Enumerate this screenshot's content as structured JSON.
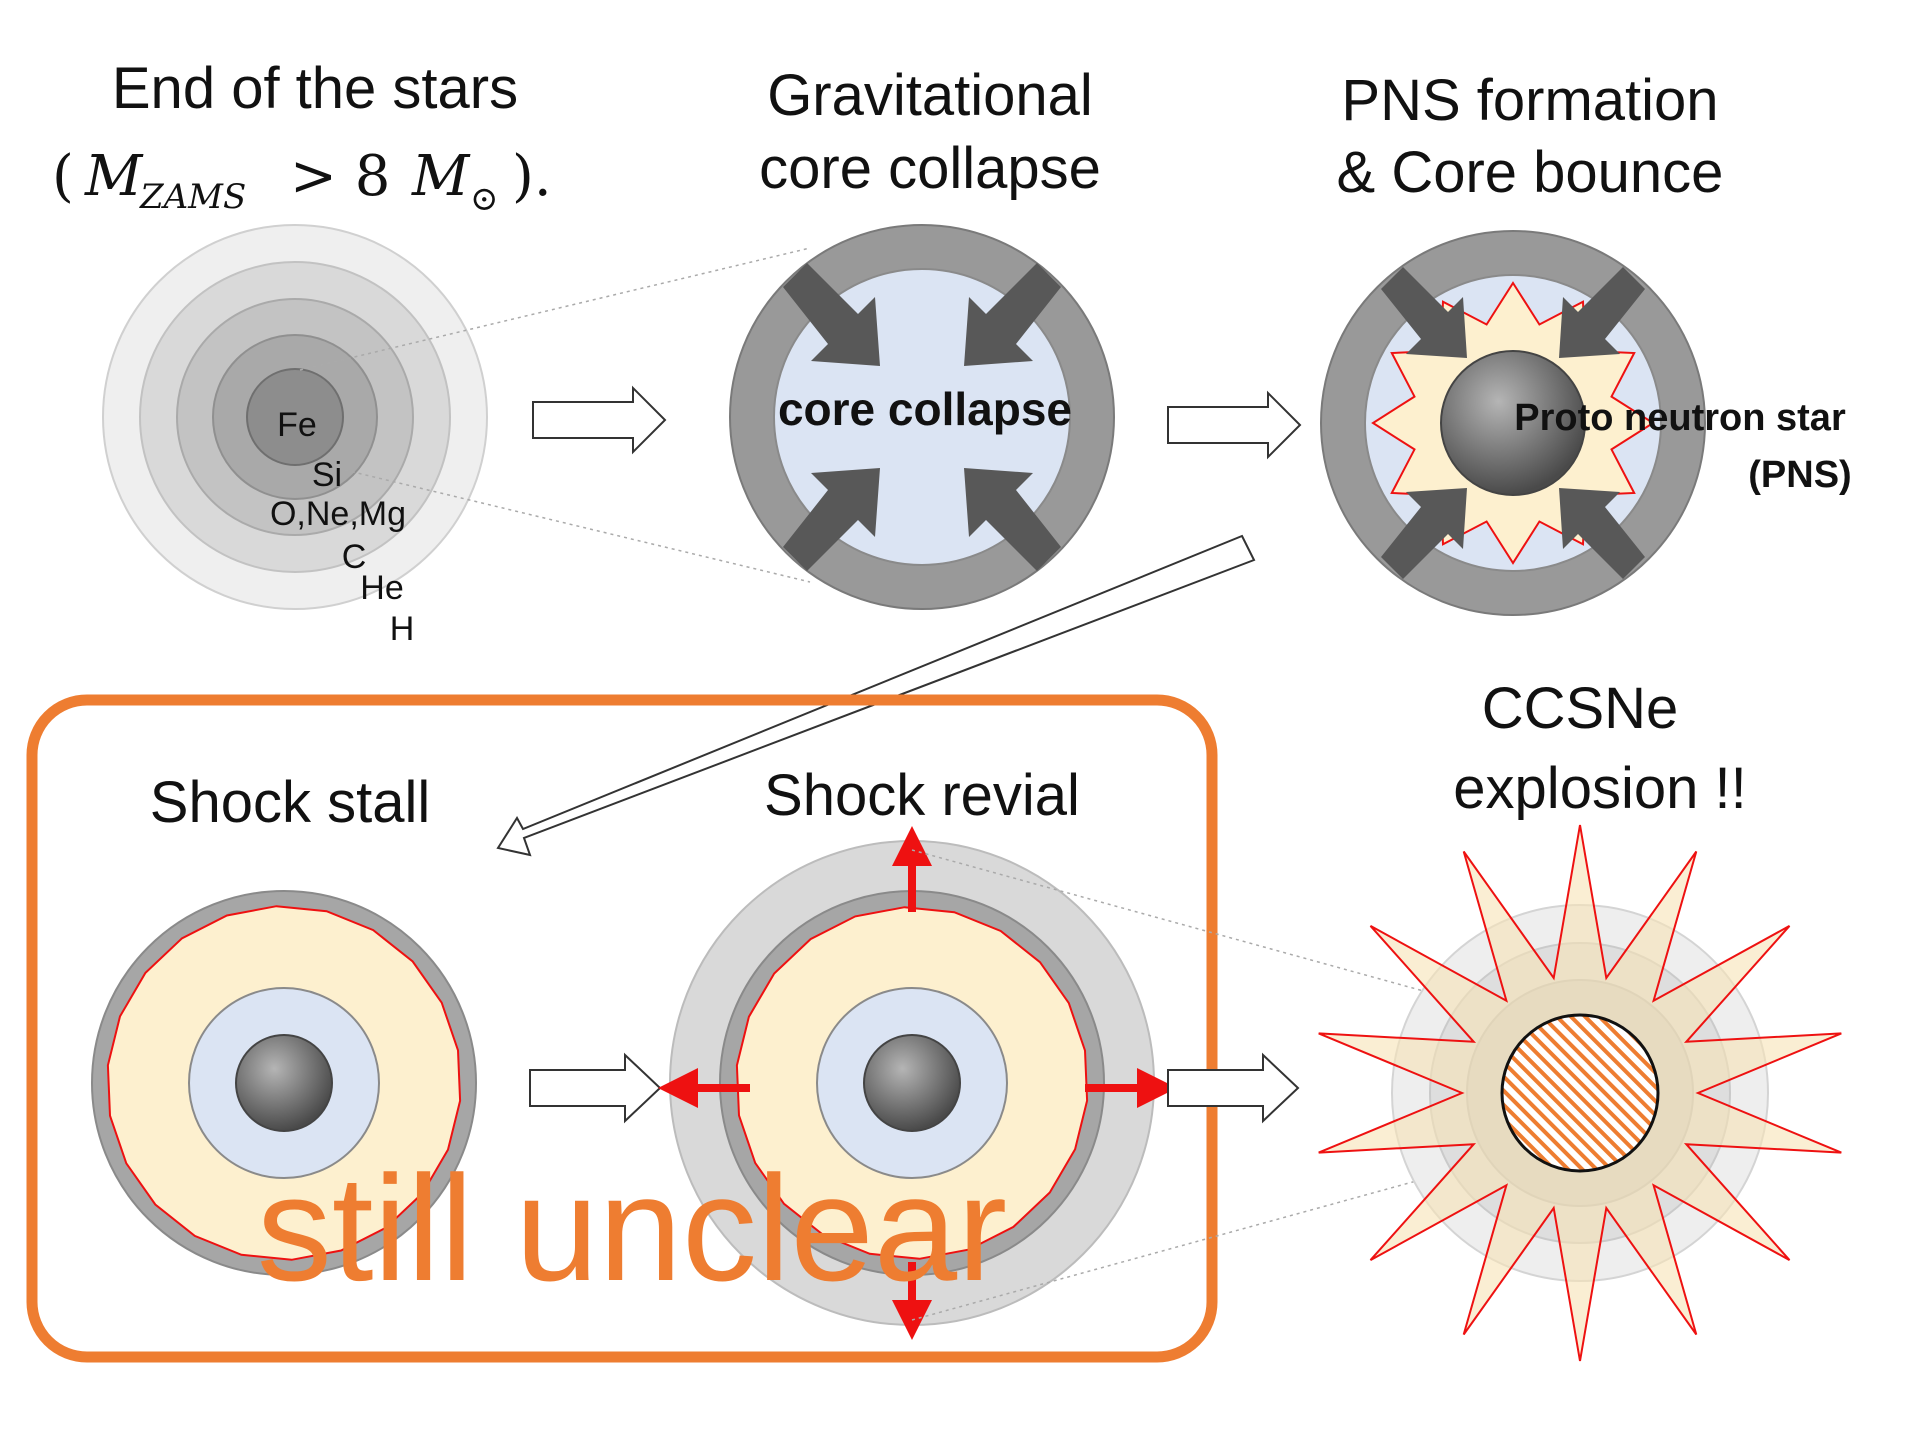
{
  "titles": {
    "end_of_stars": "End of the stars",
    "mass_condition_symbol": "M",
    "mass_condition_sub": "ZAMS",
    "mass_condition_rest": "> 8",
    "mass_condition_sun": "M",
    "mass_condition_sun_symbol": "⊙",
    "gravitational": "Gravitational",
    "core_collapse_title": "core collapse",
    "pns_formation": "PNS formation",
    "core_bounce": "& Core bounce",
    "shock_stall": "Shock stall",
    "shock_revial": "Shock revial",
    "ccsne": "CCSNe",
    "explosion": "explosion !!"
  },
  "layers": [
    "Fe",
    "Si",
    "O,Ne,Mg",
    "C",
    "He",
    "H"
  ],
  "labels": {
    "core_collapse": "core collapse",
    "proto_neutron_star": "Proto neutron star",
    "pns_abbrev": "(PNS)",
    "still_unclear": "still unclear"
  },
  "colors": {
    "accent_orange": "#ee7d31",
    "shock_red": "#ee1111",
    "core_blue": "#dbe4f3",
    "shock_cream": "#fdf0cf"
  }
}
